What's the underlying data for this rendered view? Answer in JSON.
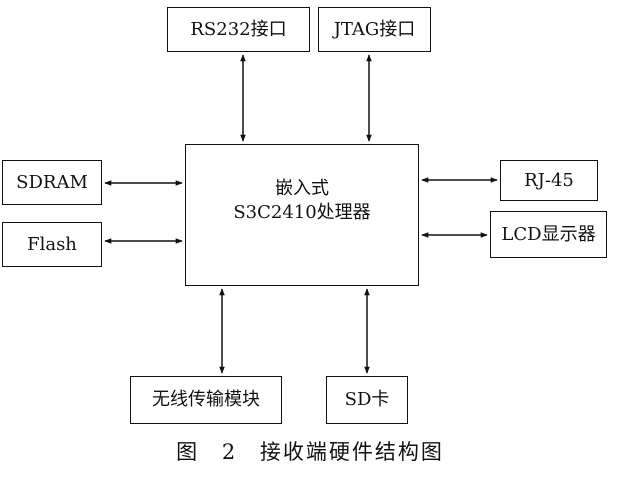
{
  "blocks": {
    "rs232": "RS232接口",
    "jtag": "JTAG接口",
    "sdram": "SDRAM",
    "flash": "Flash",
    "rj45": "RJ-45",
    "lcd": "LCD显示器",
    "cpu_line1": "嵌入式",
    "cpu_line2": "S3C2410处理器",
    "wireless": "无线传输模块",
    "sd": "SD卡"
  },
  "caption": "图 2  接收端硬件结构图",
  "colors": {
    "line": "#111111",
    "background": "#ffffff"
  }
}
